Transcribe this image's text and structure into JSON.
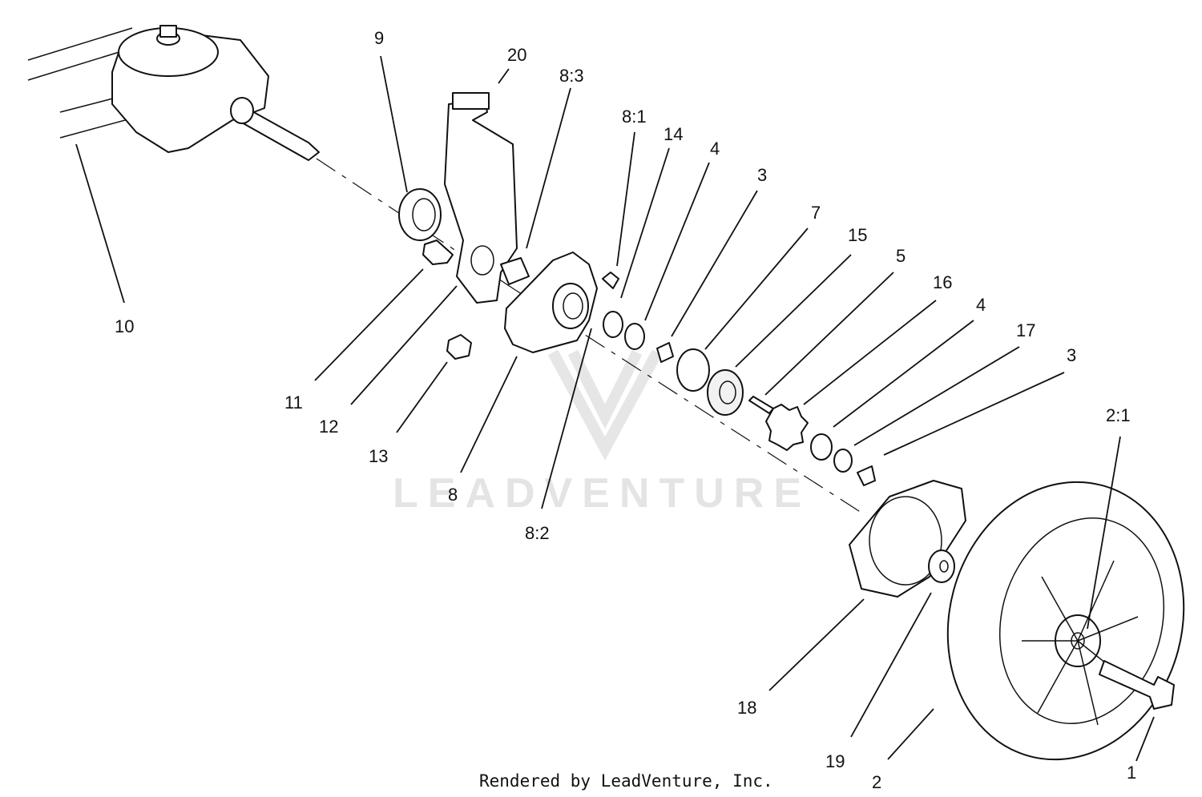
{
  "watermark": {
    "text": "LEADVENTURE"
  },
  "credit": {
    "text": "Rendered by LeadVenture, Inc."
  },
  "callouts": [
    {
      "id": "10",
      "label": "10"
    },
    {
      "id": "9",
      "label": "9"
    },
    {
      "id": "20",
      "label": "20"
    },
    {
      "id": "8-3",
      "label": "8:3"
    },
    {
      "id": "8-1",
      "label": "8:1"
    },
    {
      "id": "14",
      "label": "14"
    },
    {
      "id": "4a",
      "label": "4"
    },
    {
      "id": "3a",
      "label": "3"
    },
    {
      "id": "7",
      "label": "7"
    },
    {
      "id": "15",
      "label": "15"
    },
    {
      "id": "5",
      "label": "5"
    },
    {
      "id": "16",
      "label": "16"
    },
    {
      "id": "4b",
      "label": "4"
    },
    {
      "id": "17",
      "label": "17"
    },
    {
      "id": "3b",
      "label": "3"
    },
    {
      "id": "2-1",
      "label": "2:1"
    },
    {
      "id": "11",
      "label": "11"
    },
    {
      "id": "12",
      "label": "12"
    },
    {
      "id": "13",
      "label": "13"
    },
    {
      "id": "8",
      "label": "8"
    },
    {
      "id": "8-2",
      "label": "8:2"
    },
    {
      "id": "18",
      "label": "18"
    },
    {
      "id": "19",
      "label": "19"
    },
    {
      "id": "2",
      "label": "2"
    },
    {
      "id": "1",
      "label": "1"
    }
  ]
}
